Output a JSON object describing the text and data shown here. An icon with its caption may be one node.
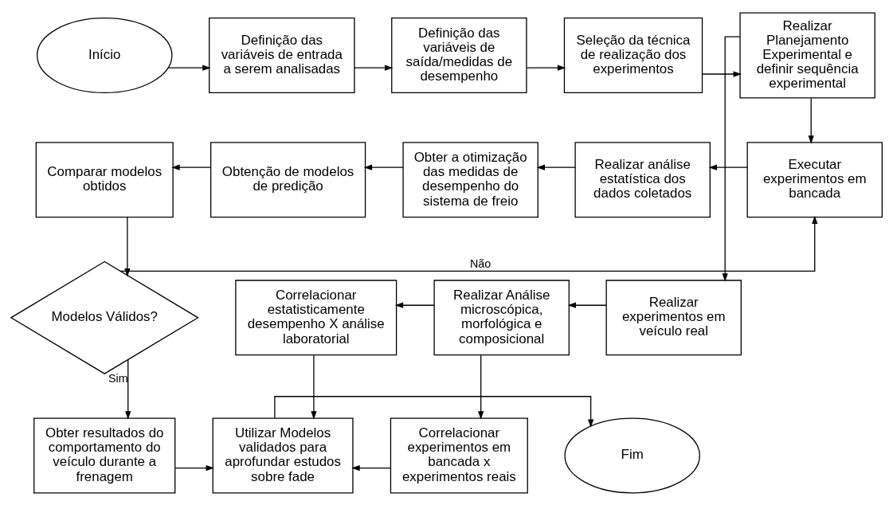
{
  "diagram": {
    "nodes": [
      {
        "text": [
          "Início"
        ]
      },
      {
        "text": [
          "Definição das variáveis de entrada a serem analisadas"
        ]
      },
      {
        "text": [
          "Definição das variáveis de saída/medidas de desempenho"
        ]
      },
      {
        "text": [
          "Seleção da técnica de realização dos experimentos"
        ]
      },
      {
        "text": [
          "Realizar Planejamento Experimental e definir sequência experimental"
        ]
      },
      {
        "text": [
          "Executar experimentos em bancada"
        ]
      },
      {
        "text": [
          "Realizar análise estatística dos dados coletados"
        ]
      },
      {
        "text": [
          "Obter a otimização das medidas de desempenho do sistema de freio"
        ]
      },
      {
        "text": [
          "Obtenção de modelos de predição"
        ]
      },
      {
        "text": [
          "Comparar modelos obtidos"
        ]
      },
      {
        "text": [
          "Modelos Válidos?"
        ]
      },
      {
        "text": [
          "Realizar experimentos em veículo real"
        ]
      },
      {
        "text": [
          "Realizar Análise microscópica, morfológica e composicional"
        ]
      },
      {
        "text": [
          "Correlacionar estatisticamente desempenho X análise laboratorial"
        ]
      },
      {
        "text": [
          "Obter resultados do comportamento do veículo durante a frenagem"
        ]
      },
      {
        "text": [
          "Utilizar Modelos validados para aprofundar estudos sobre fade"
        ]
      },
      {
        "text": [
          "Correlacionar experimentos em bancada x experimentos reais"
        ]
      },
      {
        "text": [
          "Fim"
        ]
      }
    ],
    "edges": [
      {
        "from": 0,
        "to": 1,
        "arrow": "to"
      },
      {
        "from": 1,
        "to": 2,
        "arrow": "to"
      },
      {
        "from": 2,
        "to": 3,
        "arrow": "to"
      },
      {
        "from": 3,
        "to": 4,
        "arrow": "to"
      },
      {
        "from": 4,
        "to": 5,
        "arrow": "to"
      },
      {
        "from": 4,
        "to": 11,
        "arrow": "to"
      },
      {
        "from": 5,
        "to": 6,
        "arrow": "to"
      },
      {
        "from": 6,
        "to": 7,
        "arrow": "to"
      },
      {
        "from": 7,
        "to": 8,
        "arrow": "to"
      },
      {
        "from": 8,
        "to": 9,
        "arrow": "to"
      },
      {
        "from": 9,
        "to": 10,
        "arrow": "to"
      },
      {
        "from": 10,
        "to": 5,
        "arrow": "to",
        "label": "Não"
      },
      {
        "from": 10,
        "to": 14,
        "arrow": "to",
        "label": "Sim"
      },
      {
        "from": 11,
        "to": 12,
        "arrow": "to"
      },
      {
        "from": 12,
        "to": 13,
        "arrow": "to"
      },
      {
        "from": 12,
        "to": 16,
        "arrow": "to"
      },
      {
        "from": 13,
        "to": 15,
        "arrow": "to"
      },
      {
        "from": 14,
        "to": 15,
        "arrow": "to"
      },
      {
        "from": 16,
        "to": 15,
        "arrow": "to"
      },
      {
        "from": 15,
        "to": 17,
        "arrow": "to"
      }
    ]
  }
}
